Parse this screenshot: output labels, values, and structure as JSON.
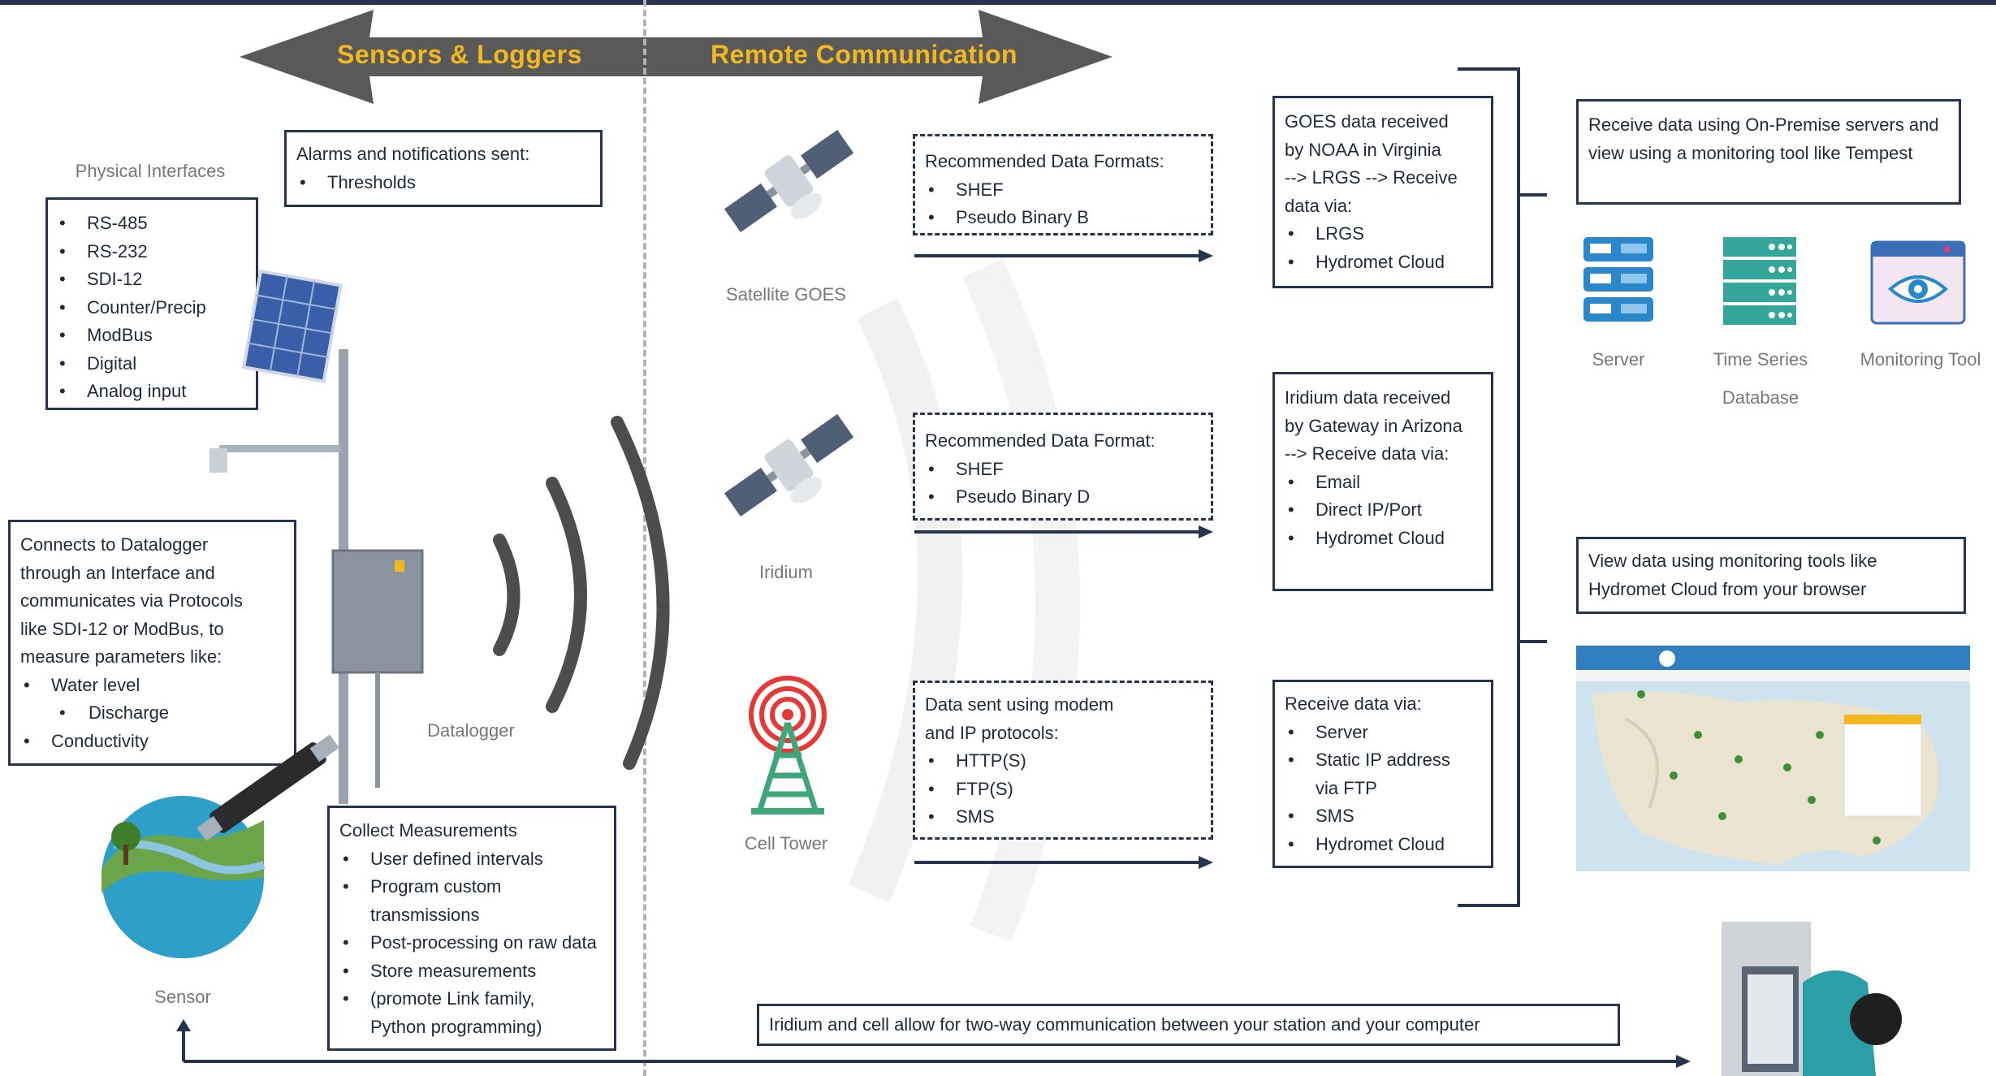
{
  "header": {
    "left_label": "Sensors & Loggers",
    "right_label": "Remote Communication"
  },
  "physical_interfaces": {
    "title": "Physical Interfaces",
    "items": [
      "RS-485",
      "RS-232",
      "SDI-12",
      "Counter/Precip",
      "ModBus",
      "Digital",
      "Analog input"
    ]
  },
  "alarms": {
    "title": "Alarms and notifications sent:",
    "items": [
      "Thresholds"
    ]
  },
  "sensor_info": {
    "lines": [
      "Connects to Datalogger",
      "through an Interface and",
      "communicates via Protocols",
      "like SDI-12 or ModBus, to",
      "measure parameters like:"
    ],
    "items": [
      "Water level",
      "Discharge",
      "Conductivity"
    ]
  },
  "labels": {
    "datalogger": "Datalogger",
    "sensor": "Sensor",
    "satellite_goes": "Satellite GOES",
    "iridium": "Iridium",
    "cell_tower": "Cell Tower",
    "server": "Server",
    "tsdb_line1": "Time Series",
    "tsdb_line2": "Database",
    "monitoring_tool": "Monitoring Tool"
  },
  "collect": {
    "title": "Collect Measurements",
    "items": [
      "User defined intervals",
      "Program custom",
      "transmissions",
      "Post-processing on raw data",
      "Store measurements",
      "(promote Link family,",
      "Python programming)"
    ]
  },
  "formats_goes": {
    "title": "Recommended Data Formats:",
    "items": [
      "SHEF",
      "Pseudo Binary B"
    ]
  },
  "formats_iridium": {
    "title": "Recommended Data Format:",
    "items": [
      "SHEF",
      "Pseudo Binary D"
    ]
  },
  "formats_cell": {
    "lines": [
      "Data sent using modem",
      "and IP protocols:"
    ],
    "items": [
      "HTTP(S)",
      "FTP(S)",
      "SMS"
    ]
  },
  "goes_receive": {
    "lines": [
      "GOES data received",
      "by NOAA in Virginia",
      "--> LRGS --> Receive",
      "data via:"
    ],
    "items": [
      "LRGS",
      "Hydromet Cloud"
    ]
  },
  "iridium_receive": {
    "lines": [
      "Iridium data received",
      "by Gateway in Arizona",
      "--> Receive data via:"
    ],
    "items": [
      "Email",
      "Direct IP/Port",
      "Hydromet Cloud"
    ]
  },
  "cell_receive": {
    "title": "Receive data via:",
    "items": [
      "Server",
      "Static IP address",
      "via FTP",
      "SMS",
      "Hydromet Cloud"
    ]
  },
  "onprem": {
    "lines": [
      "Receive data using On-Premise servers and",
      "view using a monitoring tool like Tempest"
    ]
  },
  "cloud_view": {
    "lines": [
      "View data using monitoring tools like",
      "Hydromet Cloud from your browser"
    ]
  },
  "two_way": {
    "text": "Iridium and cell allow for two-way communication between your station and your computer"
  },
  "colors": {
    "navy": "#27344f",
    "header_arrow": "#595959",
    "header_text": "#f2b81f",
    "tower_red": "#e53935",
    "tower_green": "#3fa67b",
    "server_blue": "#2a87c9",
    "db_teal": "#35a79a",
    "water": "#2d9fc8"
  },
  "icons": [
    "solar-panel-icon",
    "satellite-icon",
    "cell-tower-icon",
    "server-icon",
    "database-icon",
    "monitoring-eye-icon",
    "map-screenshot",
    "person-laptop-icon"
  ]
}
